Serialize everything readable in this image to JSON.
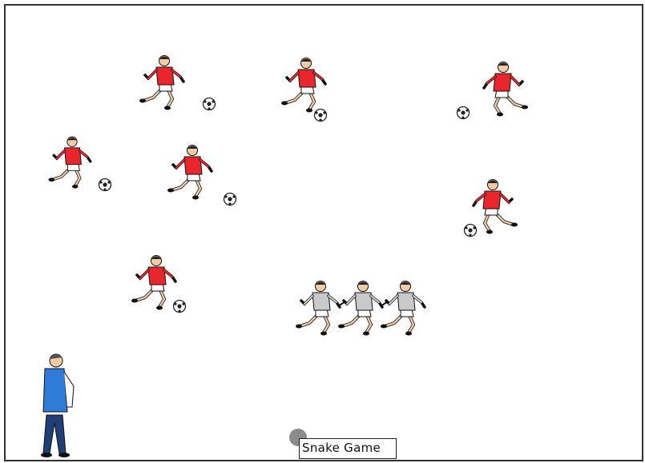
{
  "diagram": {
    "label": "Snake Game",
    "colors": {
      "attacker_shirt": "#e8262b",
      "snake_shirt": "#c9c9c9",
      "skin": "#f2cba6",
      "coach_vest": "#2f7bd8",
      "coach_trousers": "#1f3f75",
      "ball": "#222222",
      "field_border": "#333333",
      "cursor": "#777777"
    },
    "players": [
      {
        "team": "red",
        "pose": "jog",
        "has_ball": true
      },
      {
        "team": "red",
        "pose": "jog",
        "has_ball": true
      },
      {
        "team": "red",
        "pose": "sprint",
        "has_ball": true
      },
      {
        "team": "red",
        "pose": "jog",
        "has_ball": true
      },
      {
        "team": "red",
        "pose": "sprint",
        "has_ball": true
      },
      {
        "team": "red",
        "pose": "sprint",
        "has_ball": true
      },
      {
        "team": "red",
        "pose": "sprint",
        "has_ball": true
      }
    ],
    "snake": {
      "team": "grey",
      "count": 3,
      "linked_hands": true
    },
    "coach": {
      "icon": "coach-figure-icon"
    }
  }
}
